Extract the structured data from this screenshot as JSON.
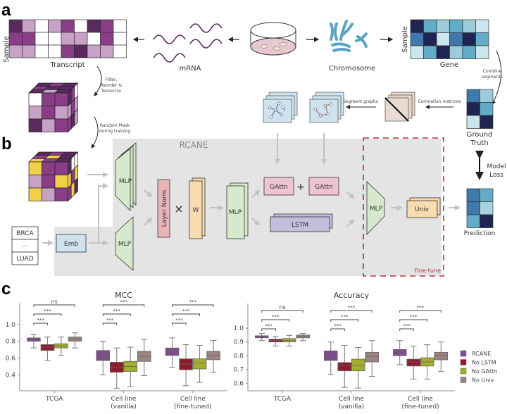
{
  "panels": {
    "a": "a",
    "b": "b",
    "c": "c"
  },
  "panel_a": {
    "transcript_axis_y": "Sample",
    "transcript_axis_x": "Transcript",
    "mrna_label": "mRNA",
    "chromosome_label": "Chromosome",
    "gene_axis_y": "Sample",
    "gene_axis_x": "Gene",
    "step_filter": [
      "Filter,",
      "Reorder &",
      "Tensorize"
    ],
    "step_mask": [
      "Random Mask",
      "during training"
    ],
    "step_combine": [
      "Combine",
      "segments"
    ],
    "step_correlation": "Correlation matrices",
    "step_segment_graphs": "Segment graphs",
    "ground_truth": [
      "Ground",
      "Truth"
    ],
    "colors": {
      "purple_dark": "#5a2a5e",
      "purple_mid": "#8a3e88",
      "purple_light": "#c7a2c6",
      "blue_dark": "#1f2450",
      "blue_mid": "#3f78ad",
      "blue_light": "#62abc9",
      "blue_pale": "#cde6ee",
      "yellow_mask": "#f0d04a"
    }
  },
  "panel_b": {
    "title": "RCANE",
    "cancer_types": [
      "BRCA",
      "...",
      "LUAD"
    ],
    "emb": "Emb",
    "mlp": "MLP",
    "layer_norm": "Layer Norm",
    "times": "×",
    "w": "W",
    "gattn": "GAttn",
    "plus": "+",
    "lstm": "LSTM",
    "univ": "Univ",
    "fine_tune": "Fine-tune",
    "model_loss": [
      "Model",
      "Loss"
    ],
    "prediction": "Prediction",
    "colors": {
      "bg": "#e4e4e4",
      "mlp": "#d6e9cc",
      "layer_norm": "#e8b4b8",
      "w": "#f6dcae",
      "gattn": "#eec3d2",
      "lstm": "#c1bfdc",
      "emb": "#cfe2ee",
      "fine_tune_border": "#b5303f"
    }
  },
  "panel_c": {
    "legend": [
      {
        "label": "RCANE",
        "color": "#7f4d8c"
      },
      {
        "label": "No LSTM",
        "color": "#8c1d2a"
      },
      {
        "label": "No GAttn",
        "color": "#a3ad2e"
      },
      {
        "label": "No Univ",
        "color": "#9a8380"
      }
    ]
  },
  "chart_data": [
    {
      "type": "box",
      "title": "MCC",
      "xlabel": "",
      "ylabel": "",
      "ylim": [
        0.21,
        1.25
      ],
      "yticks": [
        0.4,
        0.6,
        0.8,
        1.0
      ],
      "ytick_labels": [
        "0.4",
        "0.6",
        "0.8",
        "1.0"
      ],
      "categories": [
        "TCGA",
        "Cell line\n(vanilla)",
        "Cell line\n(fine-tuned)"
      ],
      "category_lines": [
        [
          "TCGA"
        ],
        [
          "Cell line",
          "(vanilla)"
        ],
        [
          "Cell line",
          "(fine-tuned)"
        ]
      ],
      "series": [
        {
          "name": "RCANE",
          "boxes": [
            {
              "whislo": 0.72,
              "q1": 0.8,
              "med": 0.815,
              "q3": 0.84,
              "whishi": 0.88
            },
            {
              "whislo": 0.4,
              "q1": 0.57,
              "med": 0.64,
              "q3": 0.69,
              "whishi": 0.8
            },
            {
              "whislo": 0.49,
              "q1": 0.63,
              "med": 0.68,
              "q3": 0.72,
              "whishi": 0.84
            }
          ]
        },
        {
          "name": "No LSTM",
          "boxes": [
            {
              "whislo": 0.57,
              "q1": 0.69,
              "med": 0.73,
              "q3": 0.76,
              "whishi": 0.85
            },
            {
              "whislo": 0.24,
              "q1": 0.43,
              "med": 0.49,
              "q3": 0.55,
              "whishi": 0.72
            },
            {
              "whislo": 0.27,
              "q1": 0.46,
              "med": 0.53,
              "q3": 0.59,
              "whishi": 0.76
            }
          ]
        },
        {
          "name": "No GAttn",
          "boxes": [
            {
              "whislo": 0.63,
              "q1": 0.72,
              "med": 0.745,
              "q3": 0.77,
              "whishi": 0.85
            },
            {
              "whislo": 0.26,
              "q1": 0.44,
              "med": 0.5,
              "q3": 0.56,
              "whishi": 0.73
            },
            {
              "whislo": 0.31,
              "q1": 0.47,
              "med": 0.54,
              "q3": 0.59,
              "whishi": 0.75
            }
          ]
        },
        {
          "name": "No Univ",
          "boxes": [
            {
              "whislo": 0.72,
              "q1": 0.8,
              "med": 0.825,
              "q3": 0.85,
              "whishi": 0.9
            },
            {
              "whislo": 0.39,
              "q1": 0.56,
              "med": 0.62,
              "q3": 0.68,
              "whishi": 0.82
            },
            {
              "whislo": 0.43,
              "q1": 0.58,
              "med": 0.63,
              "q3": 0.68,
              "whishi": 0.81
            }
          ]
        }
      ],
      "significance": [
        {
          "group": 0,
          "pairs": [
            {
              "from": 0,
              "to": 1,
              "label": "***"
            },
            {
              "from": 0,
              "to": 2,
              "label": "***"
            },
            {
              "from": 0,
              "to": 3,
              "label": "ns"
            }
          ]
        },
        {
          "group": 1,
          "pairs": [
            {
              "from": 0,
              "to": 1,
              "label": "***"
            },
            {
              "from": 0,
              "to": 2,
              "label": "***"
            },
            {
              "from": 0,
              "to": 3,
              "label": "***"
            }
          ]
        },
        {
          "group": 2,
          "pairs": [
            {
              "from": 0,
              "to": 1,
              "label": "***"
            },
            {
              "from": 0,
              "to": 2,
              "label": "***"
            },
            {
              "from": 0,
              "to": 3,
              "label": "***"
            }
          ]
        }
      ]
    },
    {
      "type": "box",
      "title": "Accuracy",
      "xlabel": "",
      "ylabel": "",
      "ylim": [
        0.545,
        1.18
      ],
      "yticks": [
        0.6,
        0.7,
        0.8,
        0.9,
        1.0
      ],
      "ytick_labels": [
        "0.6",
        "0.7",
        "0.8",
        "0.9",
        "1.0"
      ],
      "categories": [
        "TCGA",
        "Cell line\n(vanilla)",
        "Cell line\n(fine-tuned)"
      ],
      "category_lines": [
        [
          "TCGA"
        ],
        [
          "Cell line",
          "(vanilla)"
        ],
        [
          "Cell line",
          "(fine-tuned)"
        ]
      ],
      "series": [
        {
          "name": "RCANE",
          "boxes": [
            {
              "whislo": 0.91,
              "q1": 0.93,
              "med": 0.937,
              "q3": 0.945,
              "whishi": 0.962
            },
            {
              "whislo": 0.665,
              "q1": 0.765,
              "med": 0.805,
              "q3": 0.835,
              "whishi": 0.9
            },
            {
              "whislo": 0.735,
              "q1": 0.8,
              "med": 0.83,
              "q3": 0.845,
              "whishi": 0.91
            }
          ]
        },
        {
          "name": "No LSTM",
          "boxes": [
            {
              "whislo": 0.87,
              "q1": 0.9,
              "med": 0.91,
              "q3": 0.92,
              "whishi": 0.94
            },
            {
              "whislo": 0.57,
              "q1": 0.69,
              "med": 0.73,
              "q3": 0.75,
              "whishi": 0.875
            },
            {
              "whislo": 0.63,
              "q1": 0.725,
              "med": 0.755,
              "q3": 0.775,
              "whishi": 0.87
            }
          ]
        },
        {
          "name": "No GAttn",
          "boxes": [
            {
              "whislo": 0.87,
              "q1": 0.9,
              "med": 0.91,
              "q3": 0.925,
              "whishi": 0.948
            },
            {
              "whislo": 0.565,
              "q1": 0.69,
              "med": 0.73,
              "q3": 0.775,
              "whishi": 0.86
            },
            {
              "whislo": 0.63,
              "q1": 0.725,
              "med": 0.755,
              "q3": 0.785,
              "whishi": 0.88
            }
          ]
        },
        {
          "name": "No Univ",
          "boxes": [
            {
              "whislo": 0.91,
              "q1": 0.93,
              "med": 0.94,
              "q3": 0.95,
              "whishi": 0.962
            },
            {
              "whislo": 0.65,
              "q1": 0.755,
              "med": 0.795,
              "q3": 0.825,
              "whishi": 0.91
            },
            {
              "whislo": 0.685,
              "q1": 0.77,
              "med": 0.8,
              "q3": 0.825,
              "whishi": 0.9
            }
          ]
        }
      ],
      "significance": [
        {
          "group": 0,
          "pairs": [
            {
              "from": 0,
              "to": 1,
              "label": "***"
            },
            {
              "from": 0,
              "to": 2,
              "label": "***"
            },
            {
              "from": 0,
              "to": 3,
              "label": "ns"
            }
          ]
        },
        {
          "group": 1,
          "pairs": [
            {
              "from": 0,
              "to": 1,
              "label": "***"
            },
            {
              "from": 0,
              "to": 2,
              "label": "***"
            },
            {
              "from": 0,
              "to": 3,
              "label": "***"
            }
          ]
        },
        {
          "group": 2,
          "pairs": [
            {
              "from": 0,
              "to": 1,
              "label": "***"
            },
            {
              "from": 0,
              "to": 2,
              "label": "***"
            },
            {
              "from": 0,
              "to": 3,
              "label": "***"
            }
          ]
        }
      ]
    }
  ]
}
